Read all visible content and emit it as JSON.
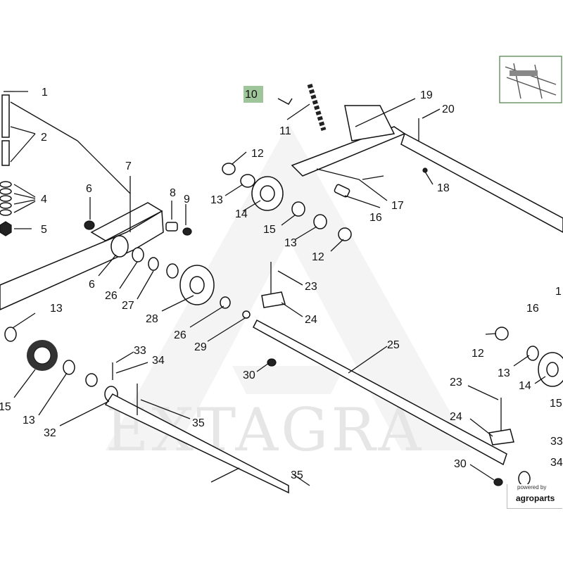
{
  "watermark": "EXTAGRA",
  "badge": {
    "small": "powered by",
    "brand": "agroparts"
  },
  "highlight_color": "#9fc59a",
  "callouts": [
    "1",
    "2",
    "4",
    "5",
    "6",
    "7",
    "8",
    "9",
    "6",
    "26",
    "27",
    "28",
    "26",
    "29",
    "30",
    "13",
    "15",
    "13",
    "32",
    "33",
    "34",
    "35",
    "35",
    "10",
    "11",
    "12",
    "13",
    "14",
    "15",
    "13",
    "12",
    "16",
    "17",
    "18",
    "19",
    "20",
    "23",
    "24",
    "25",
    "16",
    "1",
    "12",
    "13",
    "14",
    "15",
    "23",
    "24",
    "33",
    "30",
    "34"
  ]
}
